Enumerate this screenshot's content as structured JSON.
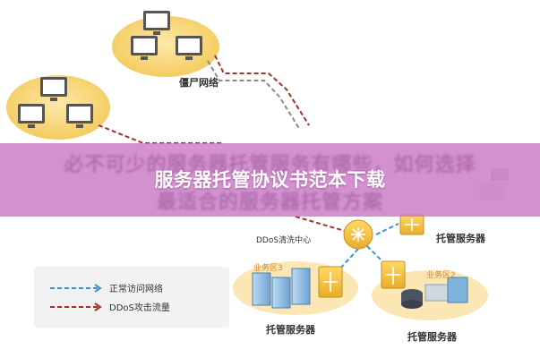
{
  "banner": {
    "title": "服务器托管协议书范本下载",
    "overlay_line_1": "必不可少的服务器托管服务有哪些，如何选择",
    "overlay_line_2": "最适合的服务器托管方案"
  },
  "diagram": {
    "zombie_network_label": "僵尸网络",
    "ddos_center_label": "DDoS清洗中心",
    "zone2_label": "业务区2",
    "zone3_label": "业务区3",
    "hosting_server_label_1": "托管服务器",
    "hosting_server_label_2": "托管服务器",
    "hosting_server_label_3": "托管服务器"
  },
  "legend": {
    "normal_label": "正常访问网络",
    "ddos_label": "DDoS攻击流量"
  },
  "colors": {
    "banner": "#c97ac5",
    "router_gold": "#f0c34c",
    "normal_line": "#3a96c8",
    "ddos_line": "#a0302e",
    "server_blue": "#7fb2dc"
  }
}
